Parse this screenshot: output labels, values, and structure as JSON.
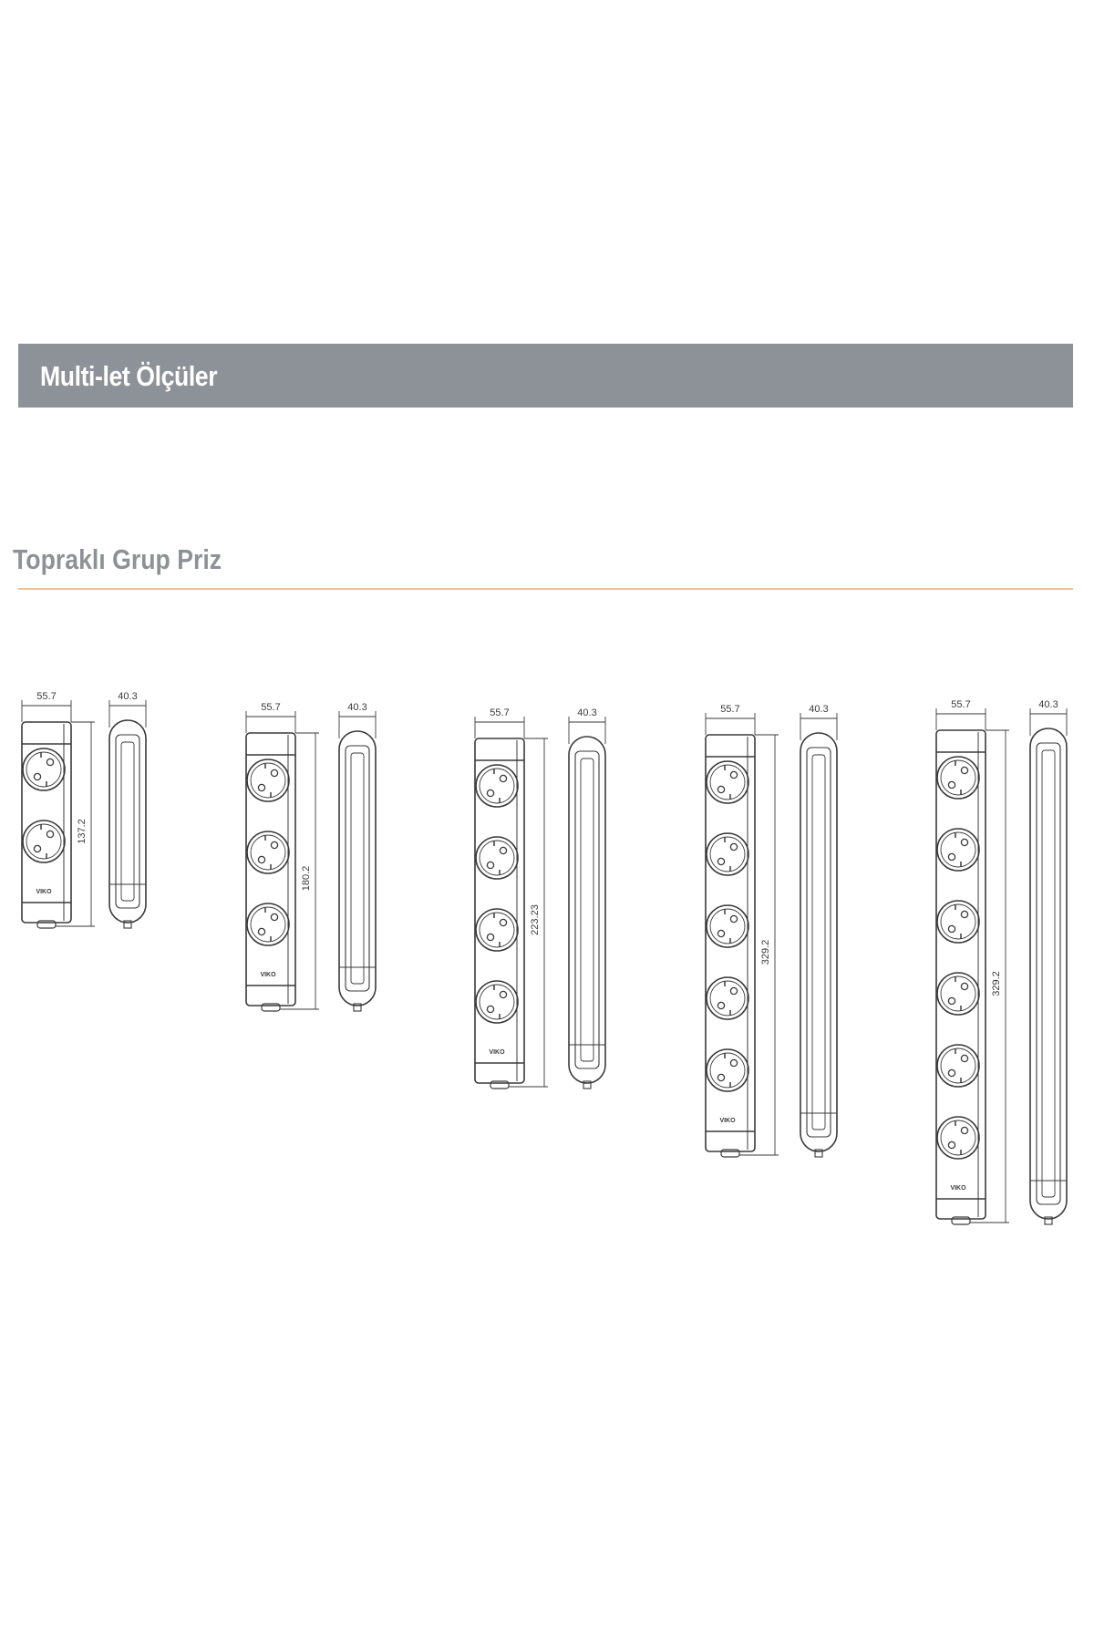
{
  "header": {
    "banner_title": "Multi-let Ölçüler"
  },
  "section": {
    "title": "Topraklı Grup Priz"
  },
  "colors": {
    "banner": "#8c9297",
    "rule": "#f0c28f",
    "line": "#3a3a3a",
    "title_gray": "#8e9296"
  },
  "products": [
    {
      "sockets": 2,
      "width": "55.7",
      "depth": "40.3",
      "length": "137.2",
      "logo": "VIKO"
    },
    {
      "sockets": 3,
      "width": "55.7",
      "depth": "40.3",
      "length": "180.2",
      "logo": "VIKO"
    },
    {
      "sockets": 4,
      "width": "55.7",
      "depth": "40.3",
      "length": "223.23",
      "logo": "VIKO"
    },
    {
      "sockets": 5,
      "width": "55.7",
      "depth": "40.3",
      "length": "329.2",
      "logo": "VIKO"
    },
    {
      "sockets": 6,
      "width": "55.7",
      "depth": "40.3",
      "length": "329.2",
      "logo": "VIKO"
    }
  ]
}
